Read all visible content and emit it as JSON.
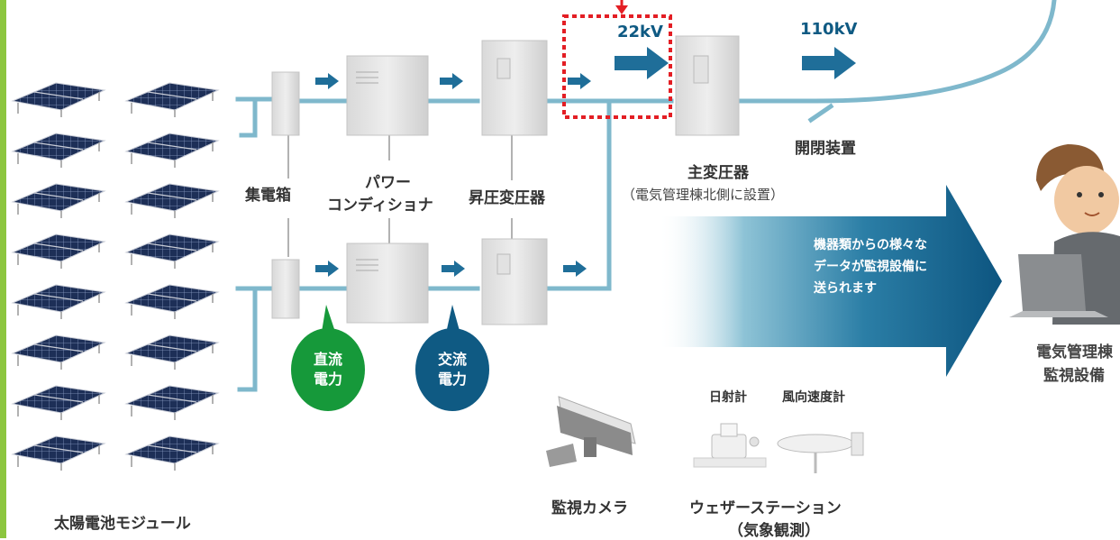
{
  "labels": {
    "solar_module": "太陽電池モジュール",
    "junction_box": "集電箱",
    "power_conditioner_line1": "パワー",
    "power_conditioner_line2": "コンディショナ",
    "step_up_transformer": "昇圧変圧器",
    "main_transformer": "主変圧器",
    "main_transformer_note": "（電気管理棟北側に設置）",
    "switchgear": "開閉装置",
    "control_building_line1": "電気管理棟",
    "control_building_line2": "監視設備",
    "camera": "監視カメラ",
    "weather_station_line1": "ウェザーステーション",
    "weather_station_line2": "（気象観測）",
    "pyranometer": "日射計",
    "anemometer": "風向速度計"
  },
  "voltages": {
    "v22": "22kV",
    "v110": "110kV"
  },
  "bubbles": {
    "dc_line1": "直流",
    "dc_line2": "電力",
    "ac_line1": "交流",
    "ac_line2": "電力"
  },
  "data_arrow": {
    "line1": "機器類からの様々な",
    "line2": "データが監視設備に",
    "line3": "送られます"
  },
  "colors": {
    "accent_green": "#8cc63f",
    "dc_green": "#16993a",
    "ac_blue": "#0f5a83",
    "line_blue": "#7fb8cc",
    "arrow_blue": "#1f6e99",
    "highlight_red": "#e31e24"
  }
}
